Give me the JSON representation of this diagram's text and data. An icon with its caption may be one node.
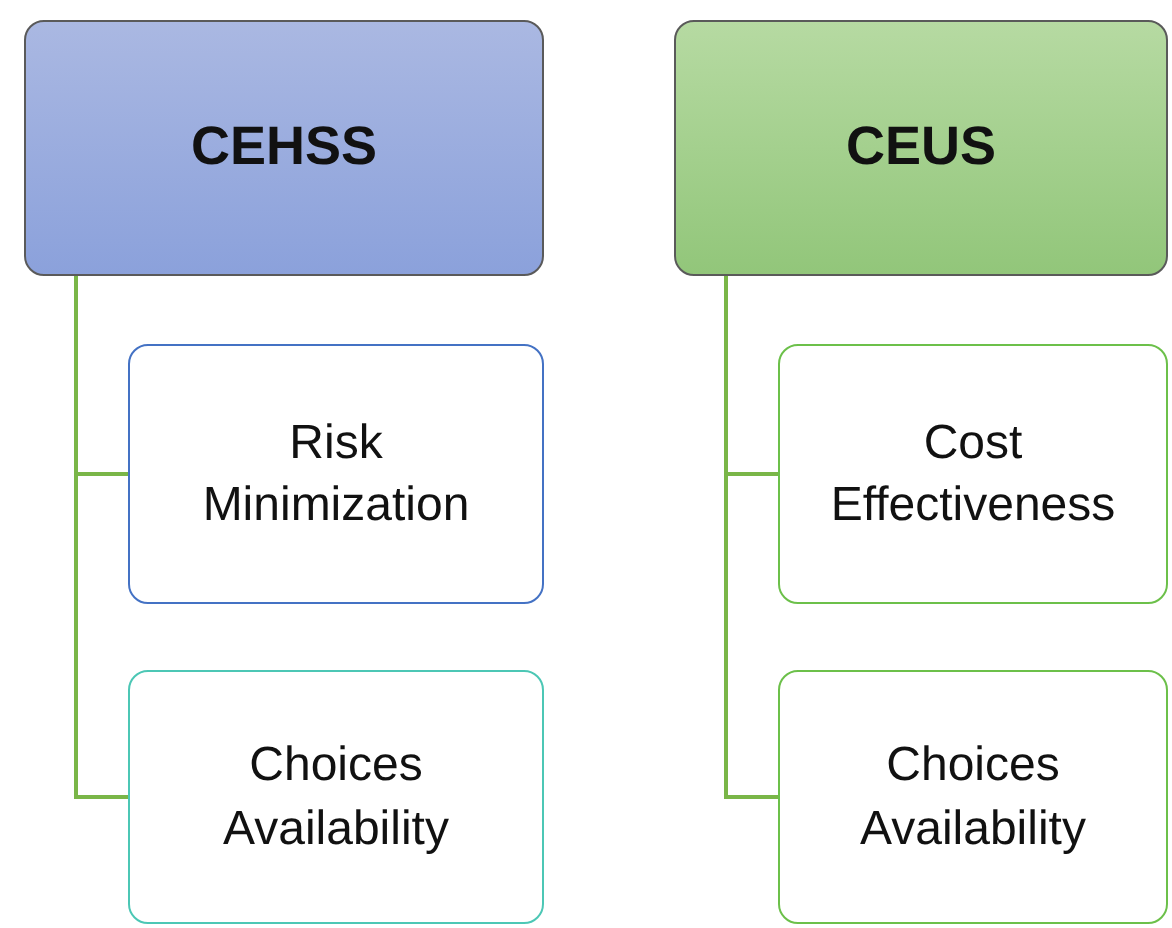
{
  "diagram": {
    "nodes": [
      {
        "text": [
          "CEHSS"
        ]
      },
      {
        "text": [
          "Risk Minimization"
        ]
      },
      {
        "text": [
          "Choices Availability"
        ]
      },
      {
        "text": [
          "CEUS"
        ]
      },
      {
        "text": [
          "Cost Effectiveness"
        ]
      },
      {
        "text": [
          "Choices Availability"
        ]
      }
    ],
    "edges": [
      {
        "from": 0,
        "to": 1,
        "arrow": "none"
      },
      {
        "from": 0,
        "to": 2,
        "arrow": "none"
      },
      {
        "from": 3,
        "to": 4,
        "arrow": "none"
      },
      {
        "from": 3,
        "to": 5,
        "arrow": "none"
      }
    ]
  }
}
